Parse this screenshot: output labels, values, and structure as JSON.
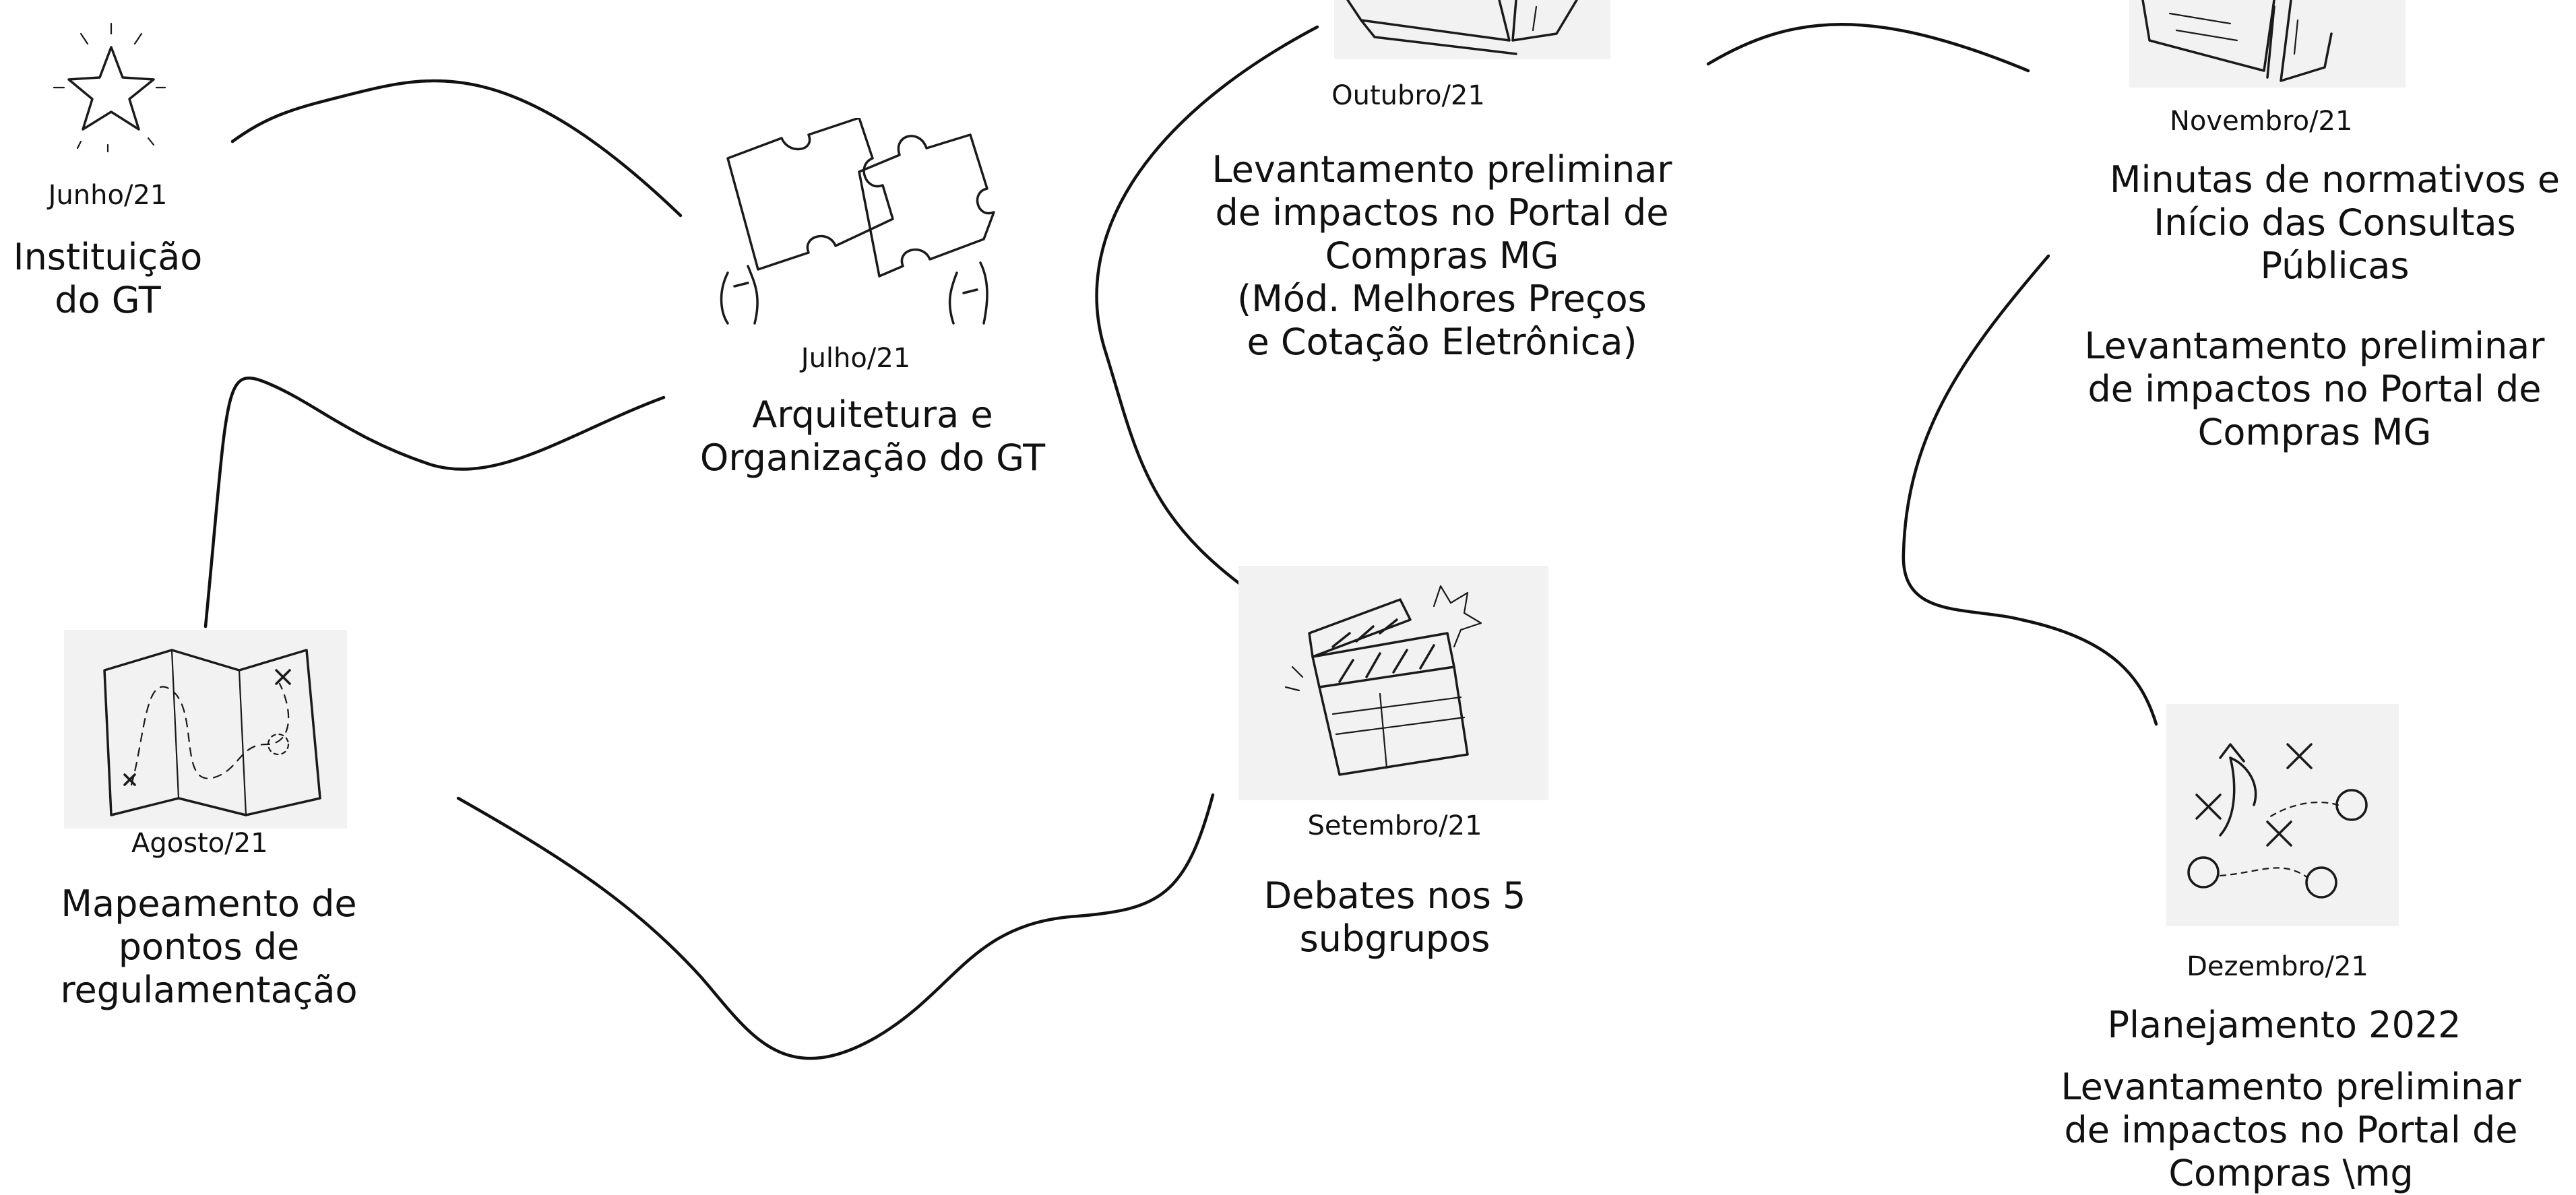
{
  "milestones": [
    {
      "id": "junho",
      "date": "Junho/21",
      "caption_lines": [
        "Instituição",
        "do GT"
      ],
      "icon": "star-icon"
    },
    {
      "id": "julho",
      "date": "Julho/21",
      "caption_lines": [
        "Arquitetura e",
        "Organização do GT"
      ],
      "icon": "puzzle-pieces-icon"
    },
    {
      "id": "agosto",
      "date": "Agosto/21",
      "caption_lines": [
        "Mapeamento de",
        "pontos de",
        "regulamentação"
      ],
      "icon": "treasure-map-icon"
    },
    {
      "id": "setembro",
      "date": "Setembro/21",
      "caption_lines": [
        "Debates nos 5",
        "subgrupos"
      ],
      "icon": "clapperboard-icon"
    },
    {
      "id": "outubro",
      "date": "Outubro/21",
      "caption_lines": [
        "Levantamento preliminar",
        "de impactos no Portal de",
        "Compras MG",
        "(Mód. Melhores Preços",
        "e Cotação Eletrônica)"
      ],
      "icon": "documents-icon"
    },
    {
      "id": "novembro",
      "date": "Novembro/21",
      "caption_lines": [
        "Minutas de normativos e",
        "Início das Consultas",
        "Públicas"
      ],
      "caption2_lines": [
        "Levantamento preliminar",
        "de impactos no Portal de",
        "Compras MG"
      ],
      "icon": "documents-icon"
    },
    {
      "id": "dezembro",
      "date": "Dezembro/21",
      "caption_lines": [
        "Planejamento  2022"
      ],
      "caption2_lines": [
        "Levantamento preliminar",
        "de impactos no Portal de",
        "Compras \\mg"
      ],
      "icon": "strategy-plan-icon"
    }
  ]
}
